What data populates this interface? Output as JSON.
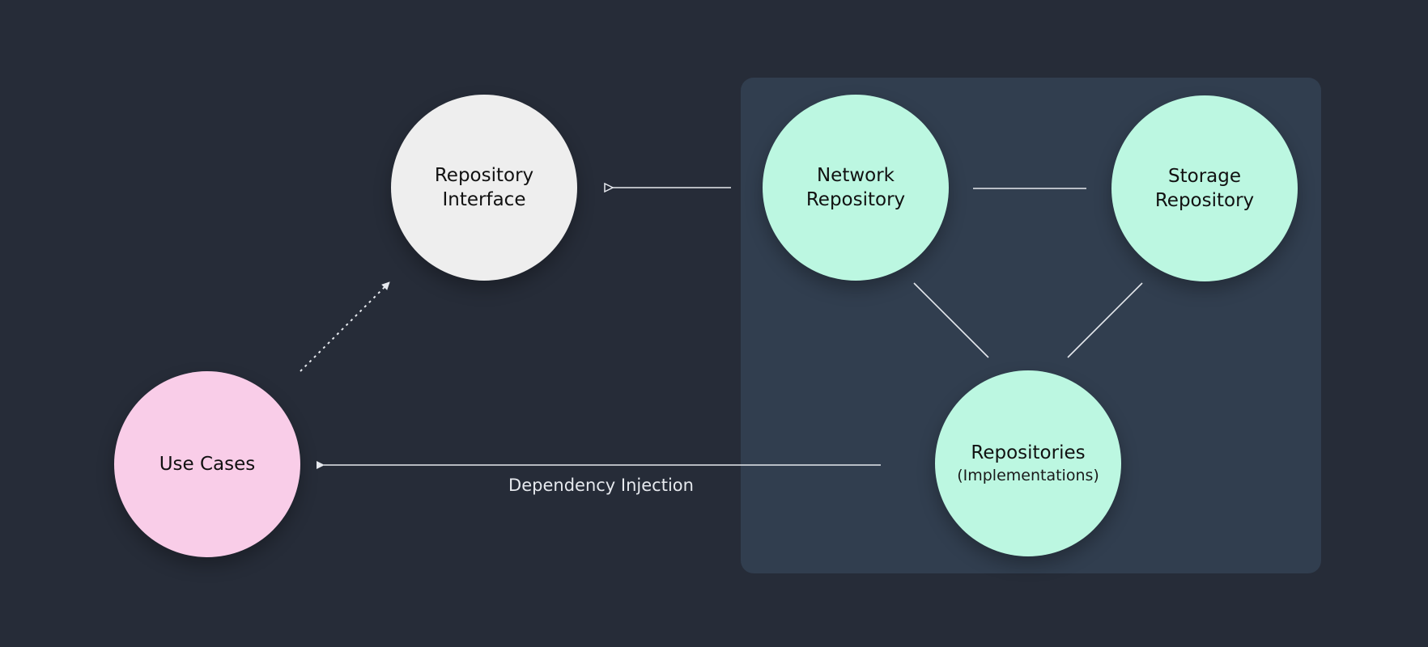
{
  "diagram": {
    "colors": {
      "background": "#262c38",
      "panel": "#313e4f",
      "interface_node": "#eeeeee",
      "usecase_node": "#f9cde8",
      "implementation_node": "#bcf7e1",
      "edge": "#e6e9ee"
    },
    "nodes": {
      "repository_interface": {
        "label": "Repository\nInterface"
      },
      "network_repository": {
        "label": "Network\nRepository"
      },
      "storage_repository": {
        "label": "Storage\nRepository"
      },
      "use_cases": {
        "label": "Use Cases"
      },
      "repositories": {
        "label": "Repositories",
        "sublabel": "(Implementations)"
      }
    },
    "edges": {
      "dependency_injection_label": "Dependency Injection"
    }
  }
}
